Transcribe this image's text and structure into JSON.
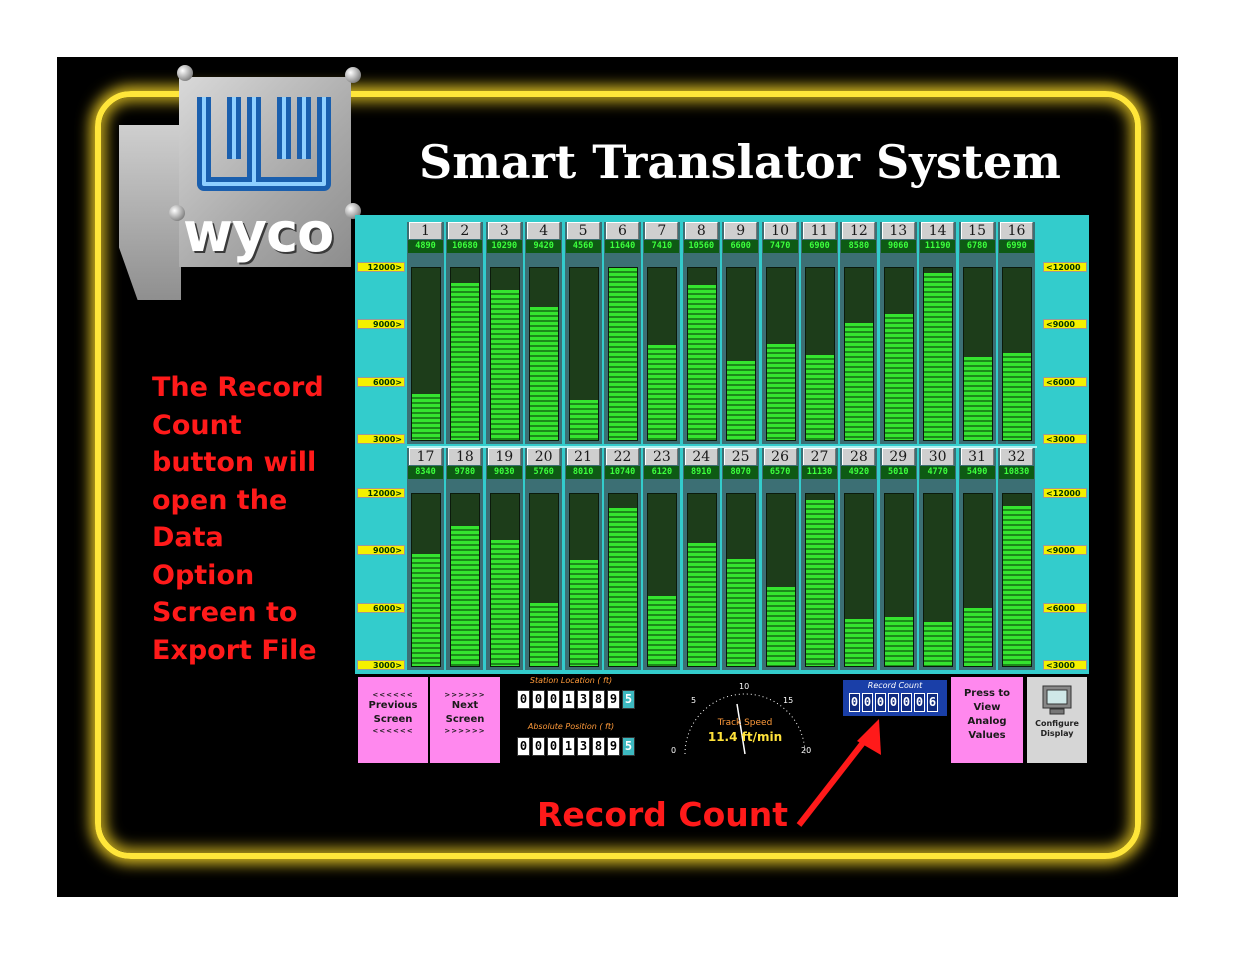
{
  "title": "Smart Translator System",
  "logo_text": "wyco",
  "annotation_text": "The Record Count button will open the Data Option Screen to Export File",
  "annotation_lines": [
    "The Record",
    "Count",
    "button will",
    "open the",
    "Data",
    "Option",
    "Screen to",
    "Export File"
  ],
  "record_count_callout": "Record Count",
  "scale_labels_left": [
    "12000>",
    "9000>",
    "6000>",
    "3000>"
  ],
  "scale_labels_right": [
    "<12000",
    "<9000",
    "<6000",
    "<3000"
  ],
  "scale_range": [
    3000,
    12000
  ],
  "channels_row1": [
    {
      "num": "1",
      "value": "4890"
    },
    {
      "num": "2",
      "value": "10680"
    },
    {
      "num": "3",
      "value": "10290"
    },
    {
      "num": "4",
      "value": "9420"
    },
    {
      "num": "5",
      "value": "4560"
    },
    {
      "num": "6",
      "value": "11640"
    },
    {
      "num": "7",
      "value": "7410"
    },
    {
      "num": "8",
      "value": "10560"
    },
    {
      "num": "9",
      "value": "6600"
    },
    {
      "num": "10",
      "value": "7470"
    },
    {
      "num": "11",
      "value": "6900"
    },
    {
      "num": "12",
      "value": "8580"
    },
    {
      "num": "13",
      "value": "9060"
    },
    {
      "num": "14",
      "value": "11190"
    },
    {
      "num": "15",
      "value": "6780"
    },
    {
      "num": "16",
      "value": "6990"
    }
  ],
  "channels_row2": [
    {
      "num": "17",
      "value": "8340"
    },
    {
      "num": "18",
      "value": "9780"
    },
    {
      "num": "19",
      "value": "9030"
    },
    {
      "num": "20",
      "value": "5760"
    },
    {
      "num": "21",
      "value": "8010"
    },
    {
      "num": "22",
      "value": "10740"
    },
    {
      "num": "23",
      "value": "6120"
    },
    {
      "num": "24",
      "value": "8910"
    },
    {
      "num": "25",
      "value": "8070"
    },
    {
      "num": "26",
      "value": "6570"
    },
    {
      "num": "27",
      "value": "11130"
    },
    {
      "num": "28",
      "value": "4920"
    },
    {
      "num": "29",
      "value": "5010"
    },
    {
      "num": "30",
      "value": "4770"
    },
    {
      "num": "31",
      "value": "5490"
    },
    {
      "num": "32",
      "value": "10830"
    }
  ],
  "prev_button": {
    "arrows": "<<<<<<",
    "line1": "Previous",
    "line2": "Screen"
  },
  "next_button": {
    "arrows": ">>>>>>",
    "line1": "Next",
    "line2": "Screen"
  },
  "station_location": {
    "label": "Station Location ( ft)",
    "digits": [
      "0",
      "0",
      "0",
      "1",
      "3",
      "8",
      "9",
      "5"
    ]
  },
  "absolute_position": {
    "label": "Absolute Position ( ft)",
    "digits": [
      "0",
      "0",
      "0",
      "1",
      "3",
      "8",
      "9",
      "5"
    ]
  },
  "speedometer": {
    "label": "Track Speed",
    "value": "11.4 ft/min",
    "ticks": [
      "0",
      "5",
      "10",
      "15",
      "20"
    ]
  },
  "record_count": {
    "label": "Record Count",
    "digits": [
      "0",
      "0",
      "0",
      "0",
      "0",
      "0",
      "6"
    ]
  },
  "analog_button": [
    "Press to",
    "View",
    "Analog",
    "Values"
  ],
  "configure_button": [
    "Configure",
    "Display"
  ],
  "icons": [
    "monitor-icon"
  ],
  "colors": {
    "accent_glow": "#ffe63a",
    "callout_red": "#ff1a1a",
    "screen_bg": "#33cccc",
    "bar_green": "#35e42f",
    "button_pink": "#ff88ee"
  }
}
